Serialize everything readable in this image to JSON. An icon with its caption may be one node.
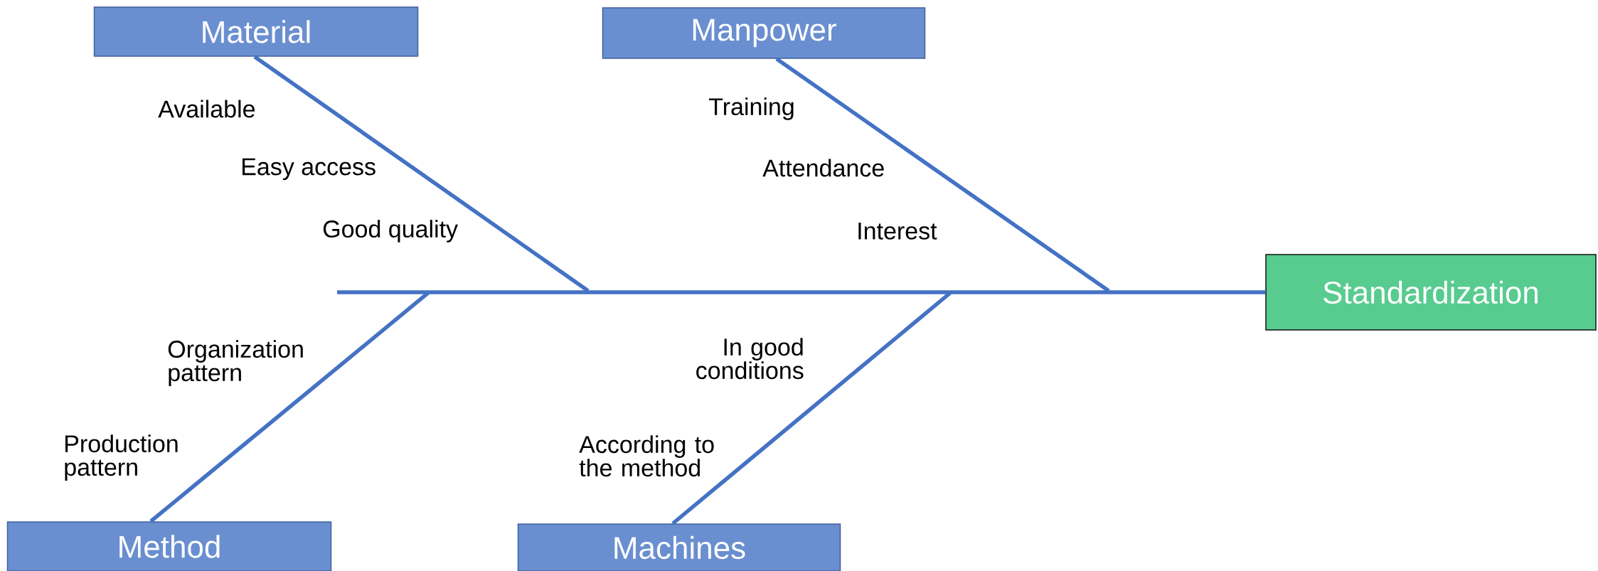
{
  "diagram": {
    "nodes": [
      {
        "text": [
          "Material"
        ]
      },
      {
        "text": [
          "Manpower"
        ]
      },
      {
        "text": [
          "Standardization"
        ]
      },
      {
        "text": [
          "Method"
        ]
      },
      {
        "text": [
          "Machines"
        ]
      }
    ],
    "edges": [
      {
        "from": null,
        "to": 2,
        "arrow": "none"
      },
      {
        "from": 0,
        "to": null,
        "arrow": "none"
      },
      {
        "from": 1,
        "to": null,
        "arrow": "none"
      },
      {
        "from": 3,
        "to": null,
        "arrow": "none"
      },
      {
        "from": 4,
        "to": null,
        "arrow": "none"
      }
    ],
    "labels": [
      "Available",
      "Training",
      "Easy access",
      "Attendance",
      "Good quality",
      "Interest",
      "Organization pattern",
      "In good conditions",
      "Production pattern",
      "According to the method"
    ]
  }
}
